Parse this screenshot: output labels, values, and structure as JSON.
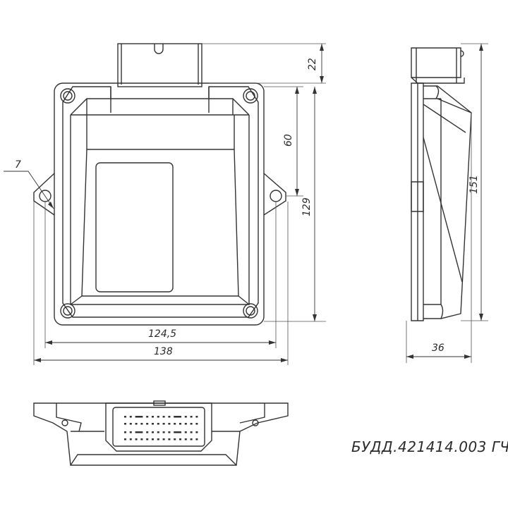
{
  "dimensions": {
    "hole": "7",
    "connector_height": "22",
    "hole_offset": "60",
    "hole_spacing_vertical": "129",
    "total_height": "151",
    "hole_spacing_horizontal": "124,5",
    "total_width": "138",
    "thickness": "36"
  },
  "designation": "БУДД.421414.003 ГЧ"
}
